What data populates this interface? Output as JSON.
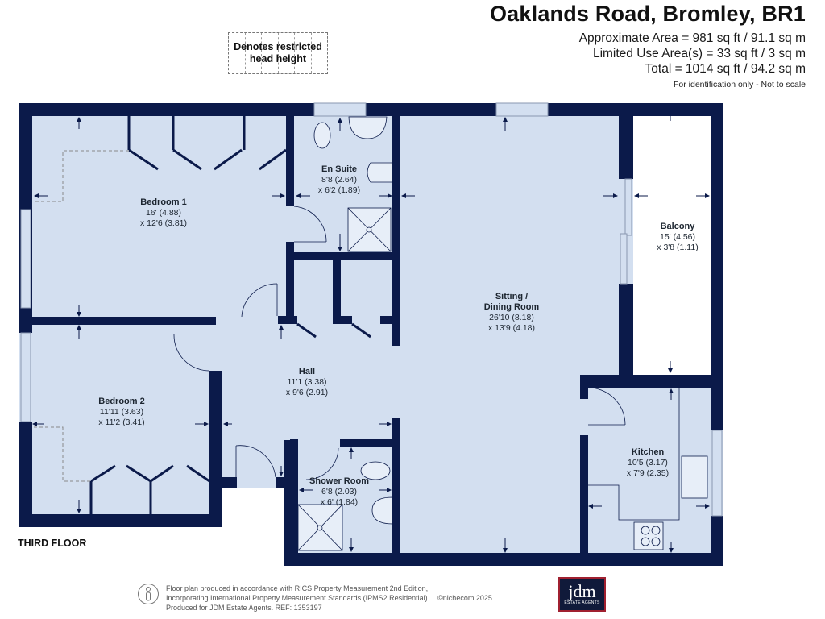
{
  "header": {
    "title": "Oaklands Road, Bromley, BR1",
    "areas": [
      "Approximate Area = 981 sq ft / 91.1 sq m",
      "Limited Use Area(s) = 33 sq ft / 3 sq m",
      "Total = 1014 sq ft / 94.2 sq m"
    ],
    "disclaimer": "For identification only - Not to scale"
  },
  "legend": {
    "line1": "Denotes restricted",
    "line2": "head height"
  },
  "colors": {
    "wall": "#0b1a4a",
    "floor": "#d3dff0",
    "balcony": "#ffffff",
    "logo_bg": "#101a3a",
    "logo_border": "#a02030"
  },
  "rooms": [
    {
      "name": "Bedroom 1",
      "dim1": "16' (4.88)",
      "dim2": "x 12'6 (3.81)"
    },
    {
      "name": "En Suite",
      "dim1": "8'8 (2.64)",
      "dim2": "x 6'2 (1.89)"
    },
    {
      "name": "Sitting /",
      "name2": "Dining Room",
      "dim1": "26'10 (8.18)",
      "dim2": "x 13'9 (4.18)"
    },
    {
      "name": "Balcony",
      "dim1": "15' (4.56)",
      "dim2": "x 3'8 (1.11)"
    },
    {
      "name": "Hall",
      "dim1": "11'1 (3.38)",
      "dim2": "x 9'6 (2.91)"
    },
    {
      "name": "Bedroom 2",
      "dim1": "11'11 (3.63)",
      "dim2": "x 11'2 (3.41)"
    },
    {
      "name": "Shower Room",
      "dim1": "6'8 (2.03)",
      "dim2": "x 6' (1.84)"
    },
    {
      "name": "Kitchen",
      "dim1": "10'5 (3.17)",
      "dim2": "x 7'9 (2.35)"
    }
  ],
  "floor_label": "THIRD FLOOR",
  "footer": {
    "line1": "Floor plan produced in accordance with RICS Property Measurement 2nd Edition,",
    "line2": "Incorporating International Property Measurement Standards (IPMS2 Residential).",
    "copyright": "©nichecom 2025.",
    "line3": "Produced for JDM Estate Agents.    REF:  1353197"
  },
  "logo": {
    "brand": "jdm",
    "sub": "ESTATE AGENTS"
  }
}
